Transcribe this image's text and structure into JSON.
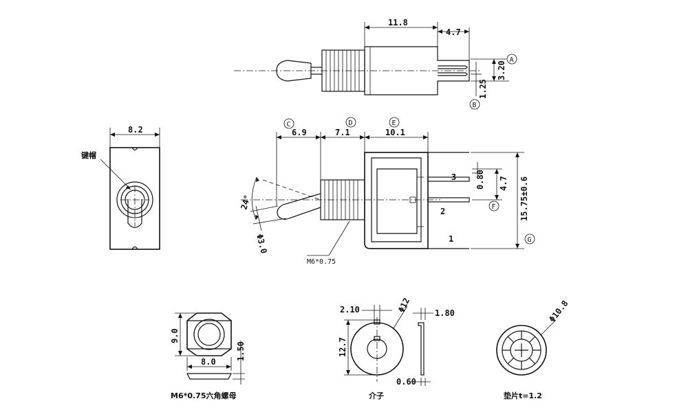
{
  "top_view": {
    "dim_body_width": "11.8",
    "dim_terminal_length": "4.7",
    "dim_pitch": "3.20",
    "dim_terminal_width": "1.25",
    "ref_a": "A",
    "ref_b": "B"
  },
  "front_view": {
    "dim_width": "8.2",
    "cap_label": "键帽"
  },
  "side_view": {
    "ref_c": "C",
    "ref_d": "D",
    "ref_e": "E",
    "ref_f": "F",
    "ref_g": "G",
    "dim_lever": "6.9",
    "dim_bushing": "7.1",
    "dim_body": "10.1",
    "dim_angle": "24°",
    "dim_lever_dia": "Φ3.0",
    "thread_label": "M6*0.75",
    "dim_terminal_thickness": "0.80",
    "dim_terminal_pitch": "4.7",
    "dim_height": "15.75±0.6",
    "pin_3": "3",
    "pin_2": "2",
    "pin_1": "1"
  },
  "hex_nut": {
    "dim_height": "9.0",
    "dim_width": "8.0",
    "dim_thickness": "1.50",
    "caption": "M6*0.75六角螺母"
  },
  "washer_tab": {
    "dim_key": "2.10",
    "dim_od": "Φ12",
    "dim_tab": "1.80",
    "dim_height": "12.7",
    "dim_thickness": "0.60",
    "caption": "介子"
  },
  "lock_washer": {
    "dim_od": "Φ10.8",
    "caption": "垫片t=1.2"
  }
}
